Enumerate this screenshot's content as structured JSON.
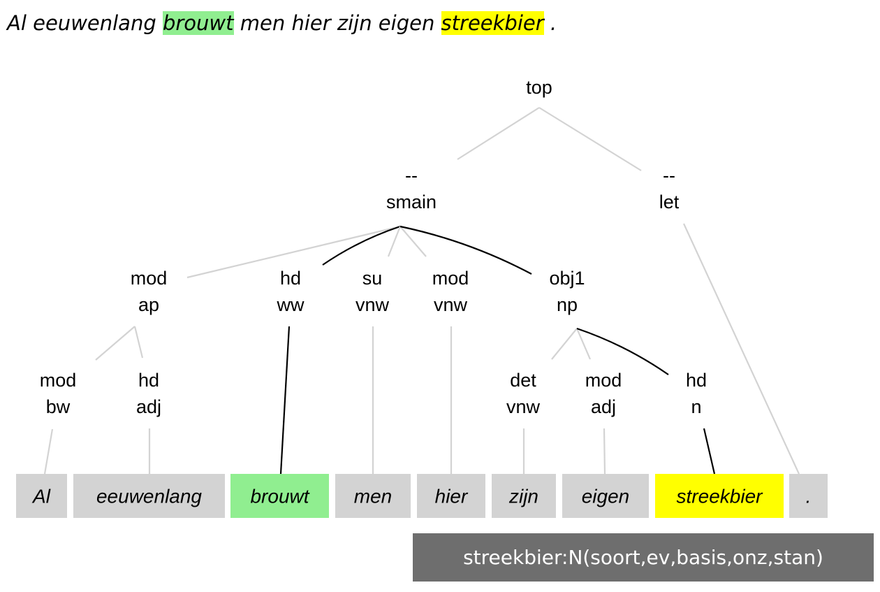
{
  "colors": {
    "head_highlight": "#90ee90",
    "focus_highlight": "#ffff00",
    "leaf_default": "#d3d3d3",
    "edge_default": "#d3d3d3",
    "edge_head": "#000000",
    "tooltip_bg": "#6e6e6e"
  },
  "sentence": {
    "words": [
      {
        "text": "Al",
        "highlight": "none"
      },
      {
        "text": "eeuwenlang",
        "highlight": "none"
      },
      {
        "text": "brouwt",
        "highlight": "head"
      },
      {
        "text": "men",
        "highlight": "none"
      },
      {
        "text": "hier",
        "highlight": "none"
      },
      {
        "text": "zijn",
        "highlight": "none"
      },
      {
        "text": "eigen",
        "highlight": "none"
      },
      {
        "text": "streekbier",
        "highlight": "focus"
      },
      {
        "text": ".",
        "highlight": "none"
      }
    ]
  },
  "tree": {
    "nodes": [
      {
        "id": "top",
        "rel": "top",
        "cat": ""
      },
      {
        "id": "smain",
        "rel": "--",
        "cat": "smain"
      },
      {
        "id": "let",
        "rel": "--",
        "cat": "let"
      },
      {
        "id": "ap",
        "rel": "mod",
        "cat": "ap"
      },
      {
        "id": "ww",
        "rel": "hd",
        "cat": "ww"
      },
      {
        "id": "su",
        "rel": "su",
        "cat": "vnw"
      },
      {
        "id": "modvnw",
        "rel": "mod",
        "cat": "vnw"
      },
      {
        "id": "np",
        "rel": "obj1",
        "cat": "np"
      },
      {
        "id": "bw",
        "rel": "mod",
        "cat": "bw"
      },
      {
        "id": "adj1",
        "rel": "hd",
        "cat": "adj"
      },
      {
        "id": "det",
        "rel": "det",
        "cat": "vnw"
      },
      {
        "id": "adj2",
        "rel": "mod",
        "cat": "adj"
      },
      {
        "id": "n",
        "rel": "hd",
        "cat": "n"
      }
    ],
    "edges": [
      {
        "from": "top",
        "to": "smain",
        "head": false
      },
      {
        "from": "top",
        "to": "let",
        "head": false
      },
      {
        "from": "smain",
        "to": "ap",
        "head": false
      },
      {
        "from": "smain",
        "to": "ww",
        "head": true
      },
      {
        "from": "smain",
        "to": "su",
        "head": false
      },
      {
        "from": "smain",
        "to": "modvnw",
        "head": false
      },
      {
        "from": "smain",
        "to": "np",
        "head": true
      },
      {
        "from": "ap",
        "to": "bw",
        "head": false
      },
      {
        "from": "ap",
        "to": "adj1",
        "head": false
      },
      {
        "from": "np",
        "to": "det",
        "head": false
      },
      {
        "from": "np",
        "to": "adj2",
        "head": false
      },
      {
        "from": "np",
        "to": "n",
        "head": true
      },
      {
        "from": "bw",
        "to": "leaf0",
        "head": false
      },
      {
        "from": "adj1",
        "to": "leaf1",
        "head": false
      },
      {
        "from": "ww",
        "to": "leaf2",
        "head": true
      },
      {
        "from": "su",
        "to": "leaf3",
        "head": false
      },
      {
        "from": "modvnw",
        "to": "leaf4",
        "head": false
      },
      {
        "from": "det",
        "to": "leaf5",
        "head": false
      },
      {
        "from": "adj2",
        "to": "leaf6",
        "head": false
      },
      {
        "from": "n",
        "to": "leaf7",
        "head": true
      },
      {
        "from": "let",
        "to": "leaf8",
        "head": false
      }
    ]
  },
  "tooltip": {
    "text": "streekbier:N(soort,ev,basis,onz,stan)"
  }
}
